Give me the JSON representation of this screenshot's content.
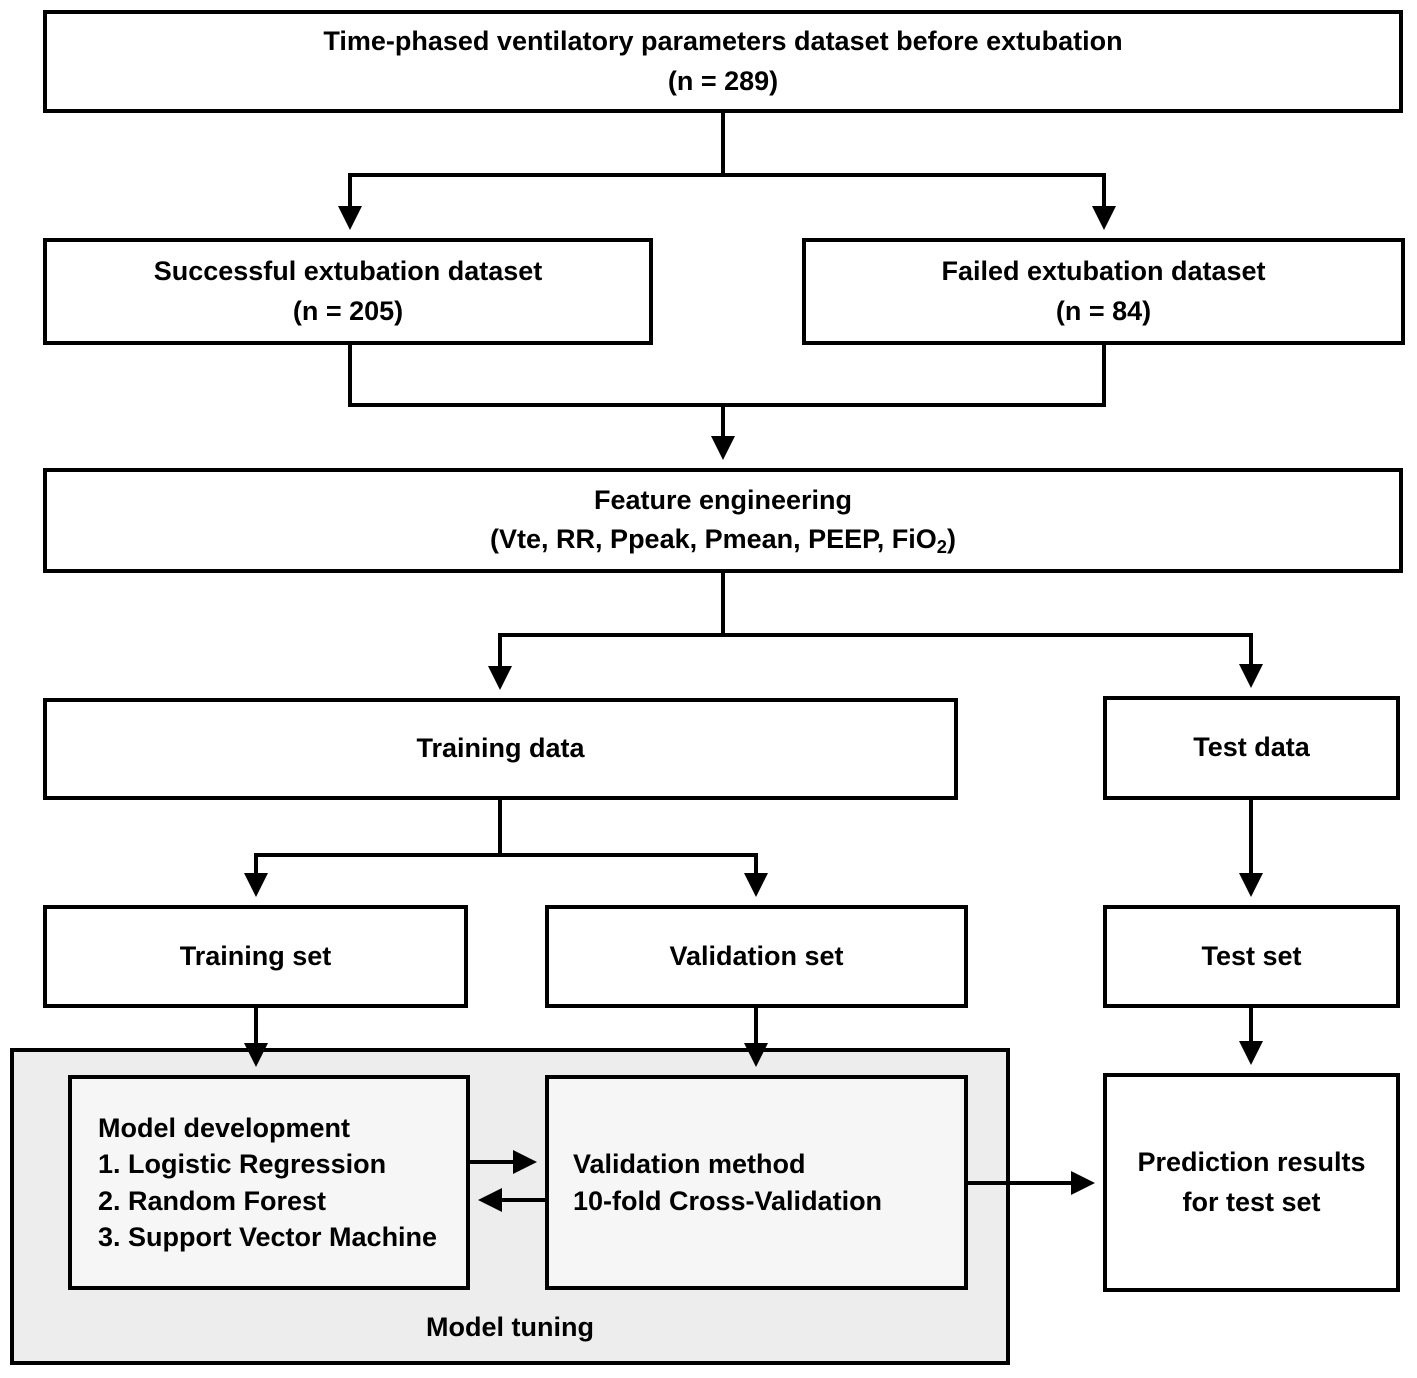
{
  "diagram": {
    "title_hint": "Machine-learning extubation prediction flowchart",
    "boxes": {
      "dataset": {
        "line1": "Time-phased ventilatory parameters dataset before extubation",
        "line2": "(n = 289)"
      },
      "successful": {
        "line1": "Successful extubation dataset",
        "line2": "(n = 205)"
      },
      "failed": {
        "line1": "Failed extubation dataset",
        "line2": "(n = 84)"
      },
      "feature_engineering": {
        "line1": "Feature engineering",
        "line2_pre": "(Vte, RR, Ppeak, Pmean, PEEP, FiO",
        "line2_sub": "2",
        "line2_post": ")"
      },
      "training_data": {
        "label": "Training data"
      },
      "test_data": {
        "label": "Test data"
      },
      "training_set": {
        "label": "Training set"
      },
      "validation_set": {
        "label": "Validation set"
      },
      "test_set": {
        "label": "Test set"
      },
      "model_development": {
        "title": "Model development",
        "items": [
          "1. Logistic Regression",
          "2. Random Forest",
          "3. Support Vector Machine"
        ]
      },
      "validation_method": {
        "line1": "Validation method",
        "line2": "10-fold Cross-Validation"
      },
      "prediction_results": {
        "line1": "Prediction results",
        "line2": "for test set"
      },
      "model_tuning": {
        "label": "Model tuning"
      }
    },
    "colors": {
      "line": "#000000",
      "box_fill": "#ffffff",
      "tuning_container_fill": "#ededed",
      "tuning_inner_fill": "#f6f6f6"
    }
  }
}
